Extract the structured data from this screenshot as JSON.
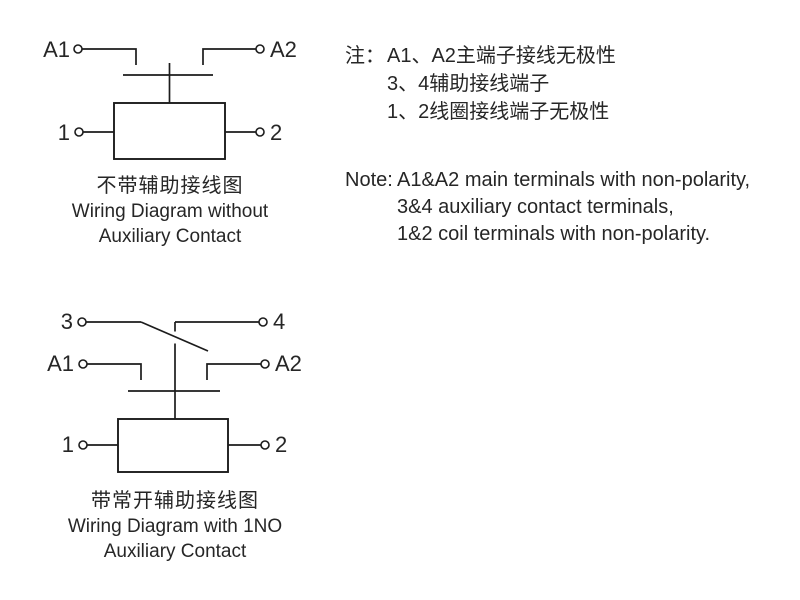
{
  "colors": {
    "background": "#ffffff",
    "line": "#1c1c1c",
    "text": "#262626"
  },
  "diagram1": {
    "terminals": {
      "a1": "A1",
      "a2": "A2",
      "t1": "1",
      "t2": "2"
    },
    "caption": {
      "zh": "不带辅助接线图",
      "en_line1": "Wiring Diagram without",
      "en_line2": "Auxiliary Contact"
    }
  },
  "diagram2": {
    "terminals": {
      "t3": "3",
      "t4": "4",
      "a1": "A1",
      "a2": "A2",
      "t1": "1",
      "t2": "2"
    },
    "caption": {
      "zh": "带常开辅助接线图",
      "en_line1": "Wiring Diagram with 1NO",
      "en_line2": "Auxiliary Contact"
    }
  },
  "notes_zh": {
    "prefix": "注：",
    "lines": [
      "A1、A2主端子接线无极性",
      "3、4辅助接线端子",
      "1、2线圈接线端子无极性"
    ]
  },
  "notes_en": {
    "prefix": "Note:",
    "lines": [
      "A1&A2 main terminals with non-polarity,",
      "3&4 auxiliary contact terminals,",
      "1&2 coil terminals with non-polarity."
    ]
  }
}
